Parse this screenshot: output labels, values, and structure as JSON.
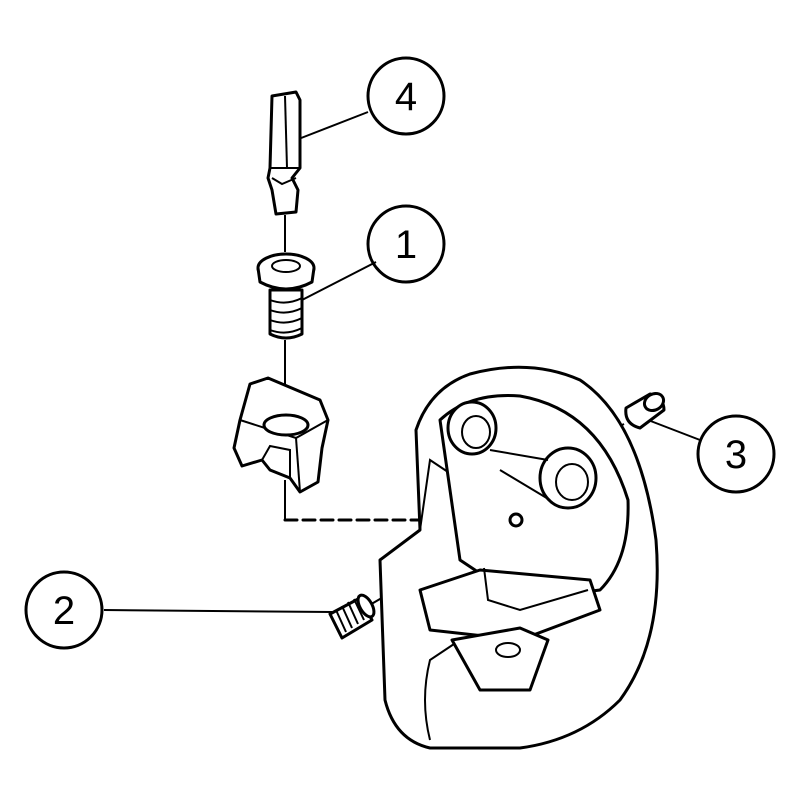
{
  "callouts": [
    {
      "id": "1"
    },
    {
      "id": "2"
    },
    {
      "id": "3"
    },
    {
      "id": "4"
    }
  ],
  "parts": {
    "clamp_screw": "1",
    "set_screw": "2",
    "pin": "3",
    "key": "4"
  }
}
